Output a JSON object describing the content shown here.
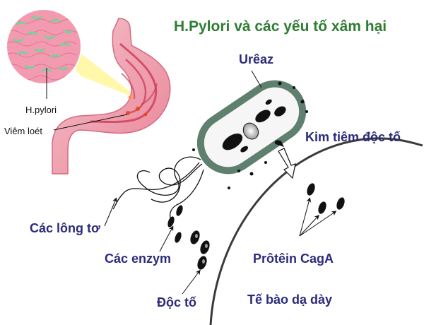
{
  "title": "H.Pylori và các yếu tố xâm hại",
  "labels": {
    "ureaz": "Urêaz",
    "kim_tiem": "Kim tiêm độc tố",
    "long_to": "Các lông tơ",
    "enzym": "Các enzym",
    "cagA": "Prôtêin CagA",
    "doc_to": "Độc tố",
    "te_bao": "Tế bào dạ dày",
    "h_pylori": "H.pylori",
    "viem_loet": "Viêm loét"
  },
  "colors": {
    "title": "#2e7d32",
    "label": "#2b2b7a",
    "bacteria_wall": "#5f7f6f",
    "bacteria_inner": "#f7f7f7",
    "stomach": "#f1a0b0",
    "zoom_cone": "#fff9a8",
    "zoom_disc": "#f39ab0",
    "bacilli": "#8fd0a8"
  },
  "icons": [
    "stomach-illustration",
    "magnifier-zoom-disc",
    "bacterium-illustration",
    "flagella",
    "enzyme-dots",
    "toxin-dots",
    "injection-needle-arrow",
    "cagA-protein-dots",
    "stomach-cell-membrane"
  ]
}
